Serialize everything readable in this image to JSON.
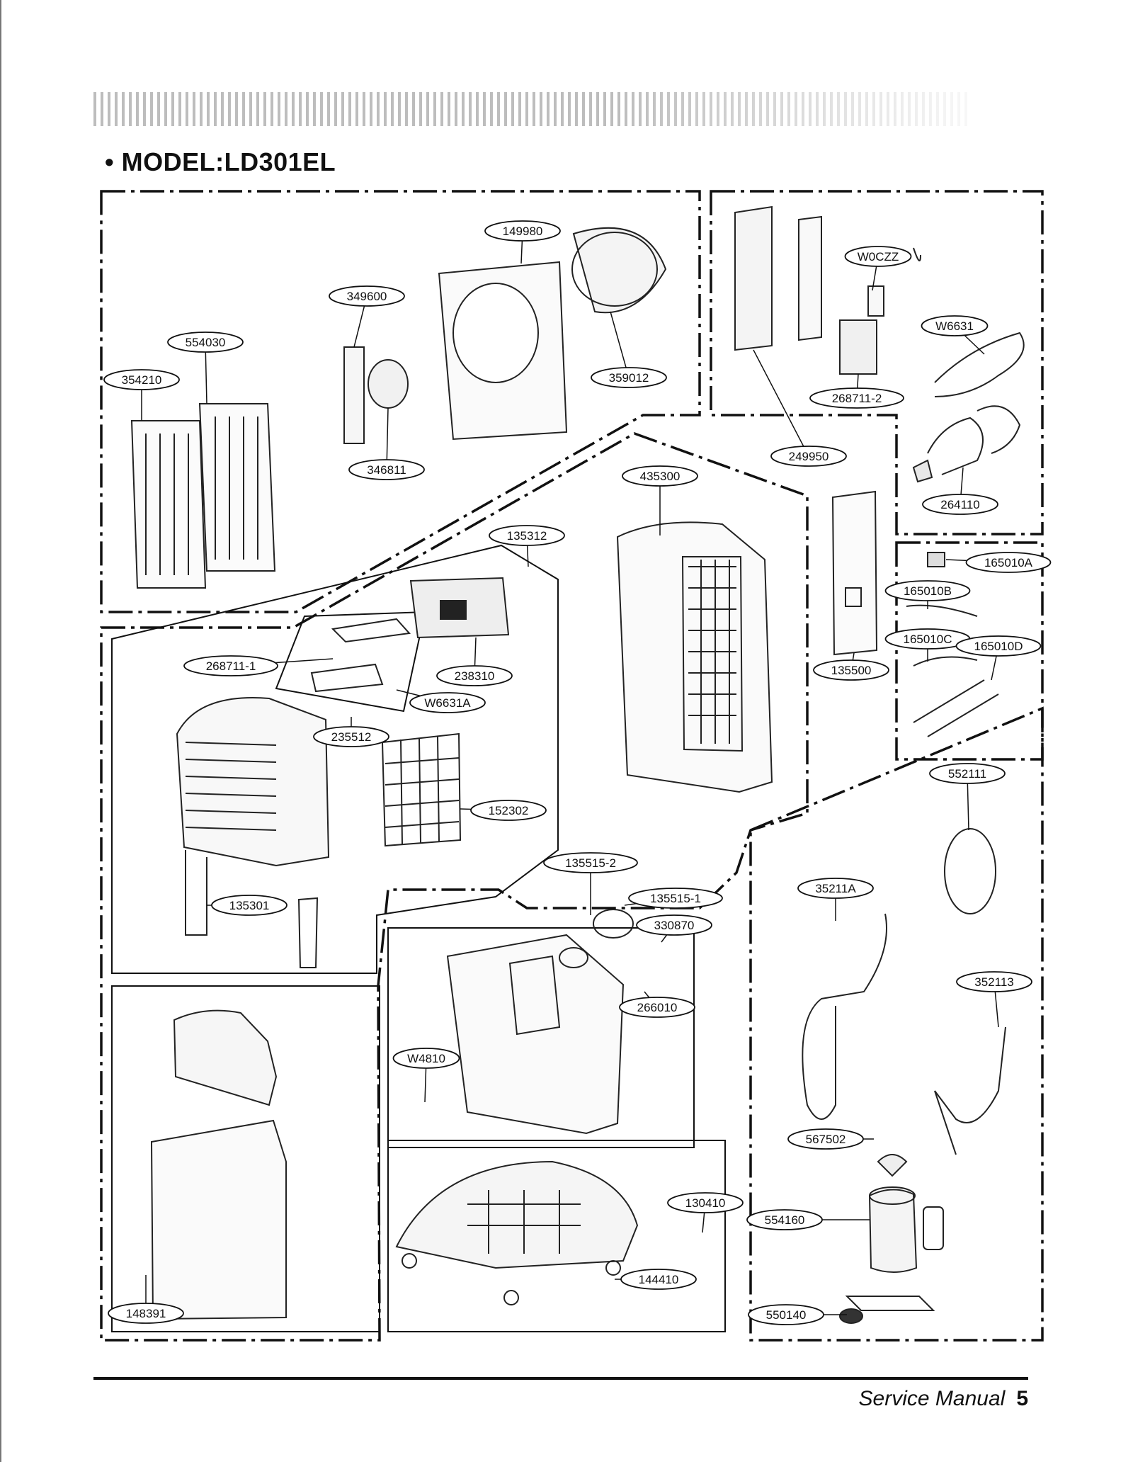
{
  "title": "• MODEL:LD301EL",
  "footer": {
    "label": "Service Manual",
    "page": "5"
  },
  "parts": [
    "149980",
    "349600",
    "554030",
    "354210",
    "359012",
    "346811",
    "W0CZZ",
    "W6631",
    "268711-2",
    "249950",
    "264110",
    "435300",
    "135312",
    "165010A",
    "165010B",
    "165010C",
    "165010D",
    "268711-1",
    "238310",
    "W6631A",
    "135500",
    "235512",
    "552111",
    "152302",
    "135515-2",
    "35211A",
    "135301",
    "135515-1",
    "330870",
    "266010",
    "352113",
    "W4810",
    "567502",
    "130410",
    "554160",
    "144410",
    "148391",
    "550140"
  ]
}
